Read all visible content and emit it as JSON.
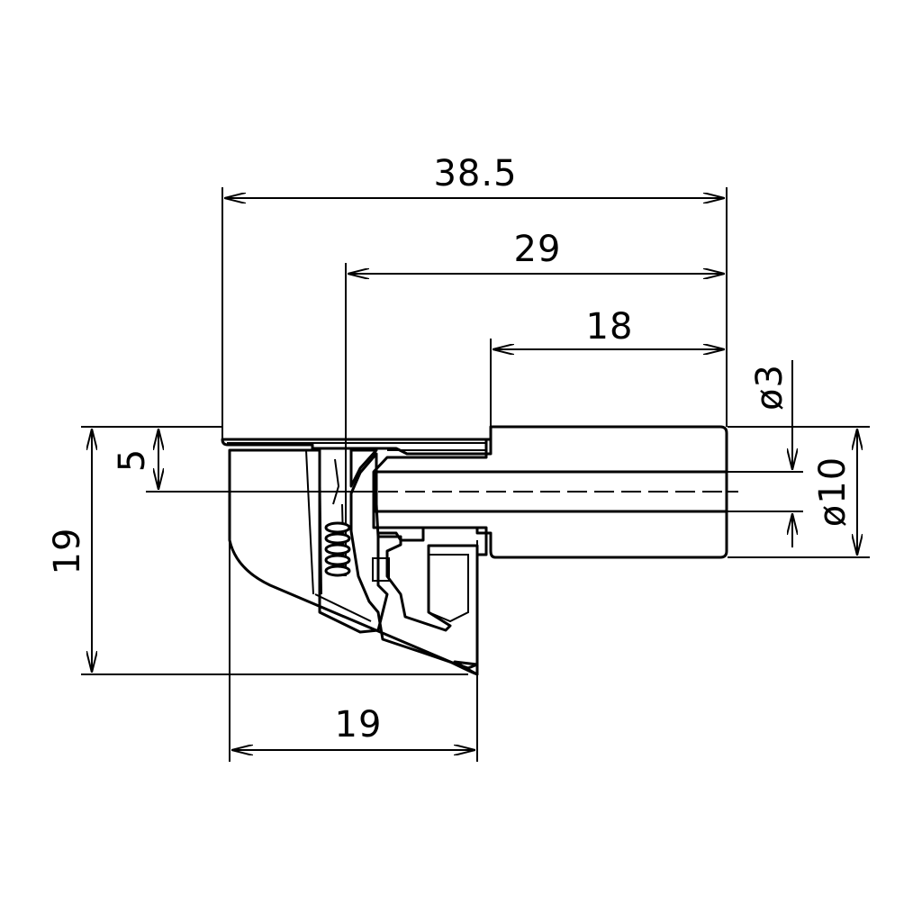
{
  "drawing": {
    "type": "technical-drawing",
    "subject": "connector fitting cross-section",
    "line_color": "#000000",
    "hatch_color": "#000000",
    "background": "#ffffff"
  },
  "dimensions": {
    "overall_length": "38.5",
    "length_29": "29",
    "length_18": "18",
    "height_left": "19",
    "width_bottom": "19",
    "offset_5": "5",
    "diameter_3": "ø3",
    "diameter_10": "ø10"
  }
}
